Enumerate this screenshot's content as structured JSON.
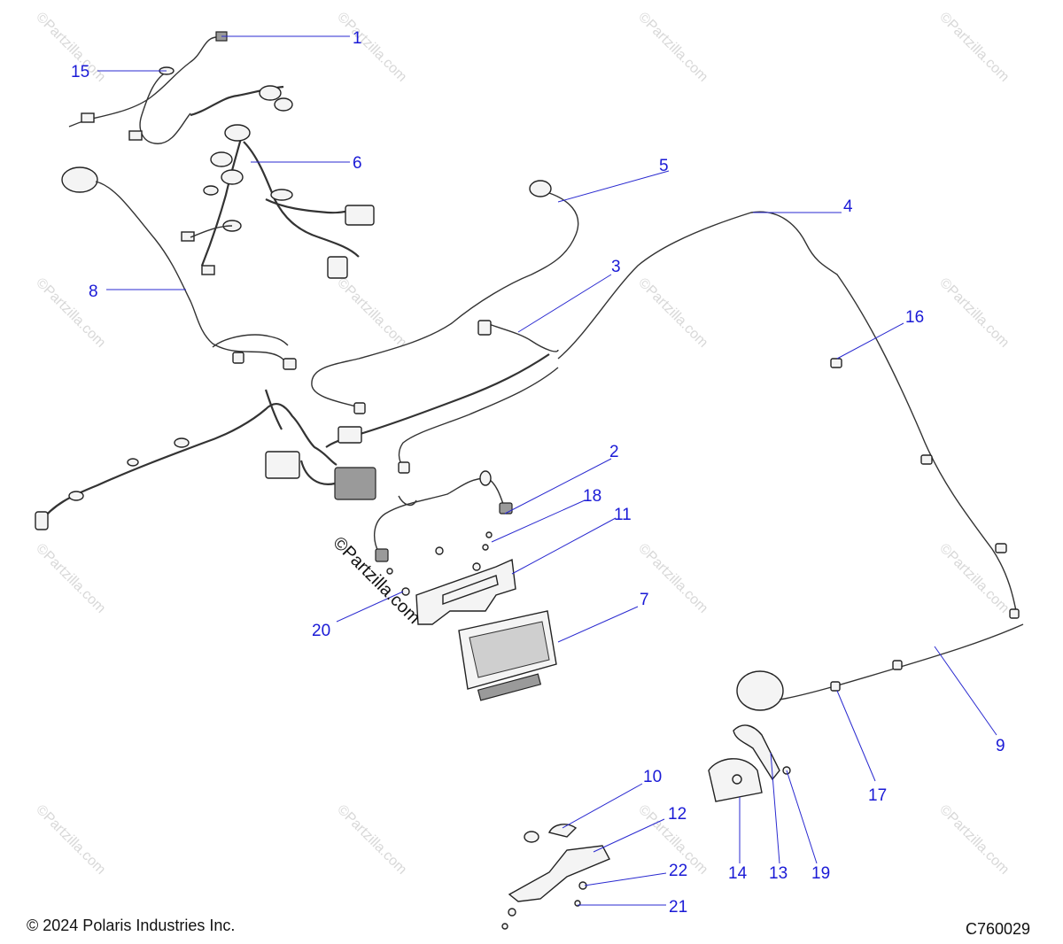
{
  "copyright": "© 2024 Polaris Industries Inc.",
  "diagram_code": "C760029",
  "watermark_text": "©Partzilla.com",
  "callout_color": "#1a1ad6",
  "callouts": {
    "c1": "1",
    "c2": "2",
    "c3": "3",
    "c4": "4",
    "c5": "5",
    "c6": "6",
    "c7": "7",
    "c8": "8",
    "c9": "9",
    "c10": "10",
    "c11": "11",
    "c12": "12",
    "c13": "13",
    "c14": "14",
    "c15": "15",
    "c16": "16",
    "c17": "17",
    "c18": "18",
    "c19": "19",
    "c20": "20",
    "c21": "21",
    "c22": "22"
  }
}
